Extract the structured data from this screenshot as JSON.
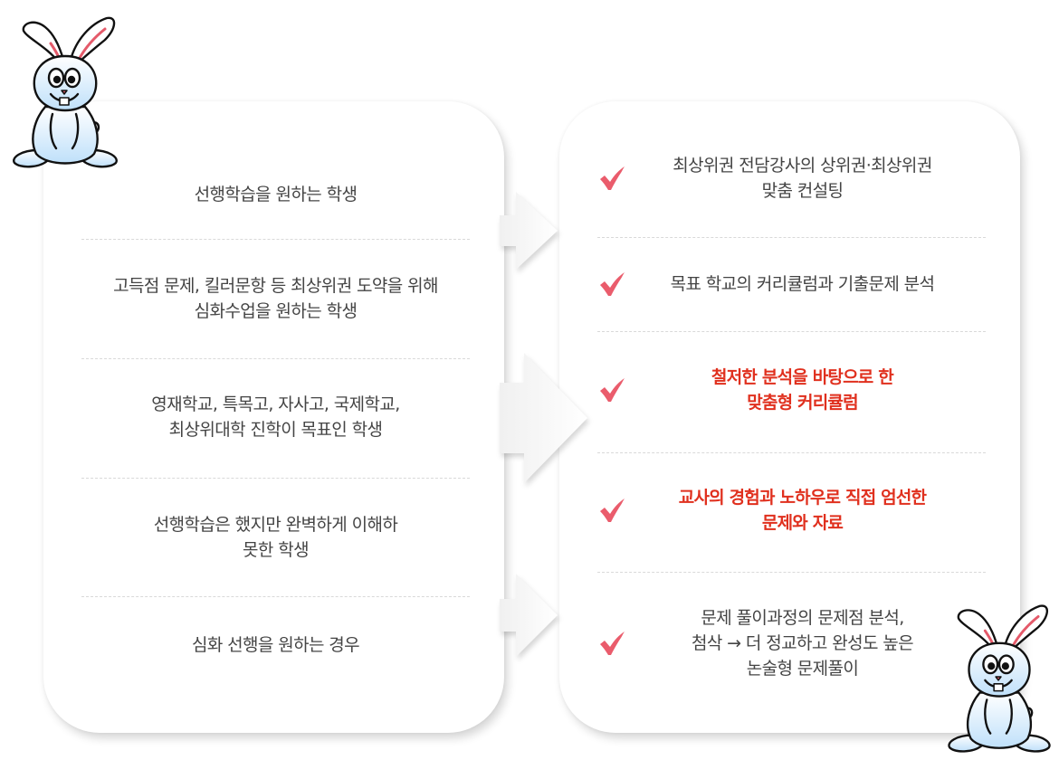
{
  "colors": {
    "text": "#444444",
    "highlight": "#e0301e",
    "check": "#ea5c6c",
    "divider": "#d9d9d9",
    "panel": "#ffffff"
  },
  "left_panel": {
    "items": [
      {
        "text": "선행학습을 원하는 학생"
      },
      {
        "text": "고득점 문제, 킬러문항 등 최상위권 도약을 위해\n심화수업을 원하는 학생"
      },
      {
        "text": "영재학교, 특목고, 자사고, 국제학교,\n최상위대학 진학이 목표인 학생"
      },
      {
        "text": "선행학습은 했지만 완벽하게 이해하\n못한 학생"
      },
      {
        "text": "심화 선행을 원하는 경우"
      }
    ]
  },
  "right_panel": {
    "items": [
      {
        "text": "최상위권 전담강사의 상위권·최상위권\n맞춤 컨설팅",
        "highlight": false,
        "icon": "checkmark-icon"
      },
      {
        "text": "목표 학교의 커리큘럼과 기출문제 분석",
        "highlight": false,
        "icon": "checkmark-icon"
      },
      {
        "text": "철저한 분석을 바탕으로 한\n맞춤형 커리큘럼",
        "highlight": true,
        "icon": "checkmark-icon"
      },
      {
        "text": "교사의 경험과 노하우로 직접 엄선한\n문제와 자료",
        "highlight": true,
        "icon": "checkmark-icon"
      },
      {
        "text": "문제 풀이과정의 문제점 분석,\n첨삭 → 더 정교하고 완성도 높은\n논술형 문제풀이",
        "highlight": false,
        "icon": "checkmark-icon"
      }
    ]
  },
  "decorations": {
    "arrows": [
      "arrow-right-icon",
      "arrow-right-icon",
      "arrow-right-icon"
    ],
    "mascots": [
      "rabbit-mascot-top-left",
      "rabbit-mascot-bottom-right"
    ]
  }
}
